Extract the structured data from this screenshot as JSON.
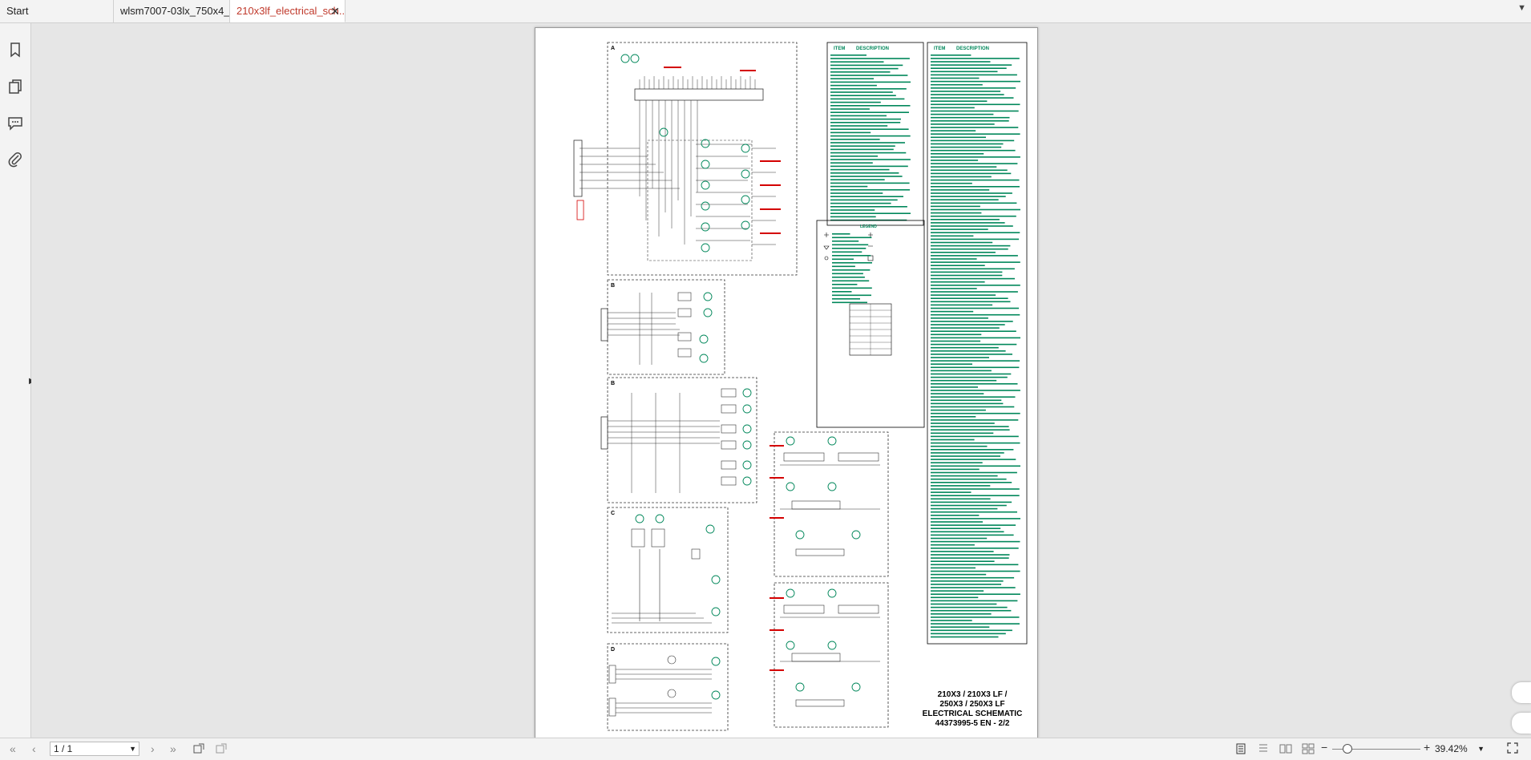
{
  "tabs": [
    {
      "label": "Start"
    },
    {
      "label": "wlsm7007-03lx_750x4_..."
    },
    {
      "label": "210x3lf_electrical_sch..."
    }
  ],
  "active_tab": 2,
  "sidebar": {
    "icons": [
      "bookmark-icon",
      "pages-icon",
      "comments-icon",
      "attachment-icon"
    ]
  },
  "document": {
    "title_lines": [
      "210X3 / 210X3 LF /",
      "250X3 / 250X3 LF",
      "ELECTRICAL SCHEMATIC",
      "44373995-5 EN - 2/2"
    ],
    "table_headers": {
      "item": "ITEM",
      "description": "DESCRIPTION"
    },
    "legend_title": "LEGEND",
    "section_letters": [
      "A",
      "B",
      "B",
      "C",
      "D"
    ]
  },
  "toolbar": {
    "page_value": "1 / 1",
    "zoom_value": "39.42%"
  },
  "colors": {
    "accent": "#c0392b",
    "schematic_green": "#00875a",
    "schematic_red": "#d40000"
  }
}
